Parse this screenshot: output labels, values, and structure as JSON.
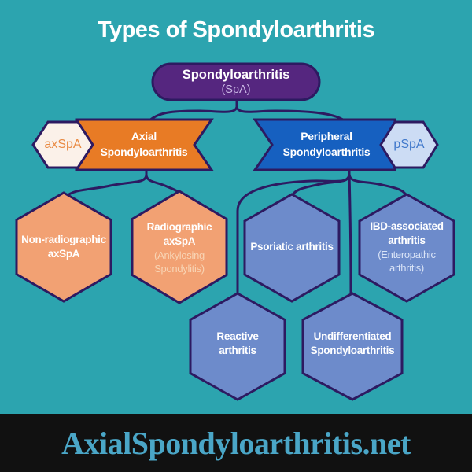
{
  "title": "Types of Spondyloarthritis",
  "root": {
    "label": "Spondyloarthritis",
    "sublabel": "(SpA)"
  },
  "axial": {
    "tag": "axSpA",
    "line1": "Axial",
    "line2": "Spondyloarthritis"
  },
  "peripheral": {
    "tag": "pSpA",
    "line1": "Peripheral",
    "line2": "Spondyloarthritis"
  },
  "hexagons": [
    {
      "line1": "Non-radiographic",
      "line2": "axSpA"
    },
    {
      "line1": "Radiographic",
      "line2": "axSpA",
      "sub1": "(Ankylosing",
      "sub2": "Spondylitis)"
    },
    {
      "line1": "Psoriatic arthritis"
    },
    {
      "line1": "IBD-associated",
      "line2": "arthritis",
      "sub1": "(Enteropathic",
      "sub2": "arthritis)"
    },
    {
      "line1": "Reactive",
      "line2": "arthritis"
    },
    {
      "line1": "Undifferentiated",
      "line2": "Spondyloarthritis"
    }
  ],
  "footer": {
    "site": "AxialSpondyloarthritis.net"
  },
  "colors": {
    "background": "#2ca4af",
    "outline": "#2d1a61",
    "root_fill": "#55267f",
    "root_subtext": "#c9b6e4",
    "banner_orange": "#e87b25",
    "tag_cream": "#fbf1e9",
    "tag_cream_text": "#e98a43",
    "hex_salmon": "#f2a173",
    "hex_salmon_subtext": "#f8d4b4",
    "banner_blue": "#1660c0",
    "tag_lightblue": "#ccdcf4",
    "tag_lightblue_text": "#4179cb",
    "hex_blue": "#6d8bcb",
    "hex_blue_subtext": "#dae4f7",
    "footer_background": "#111111",
    "footer_text": "#4aa6c7",
    "title_text": "#ffffff"
  }
}
